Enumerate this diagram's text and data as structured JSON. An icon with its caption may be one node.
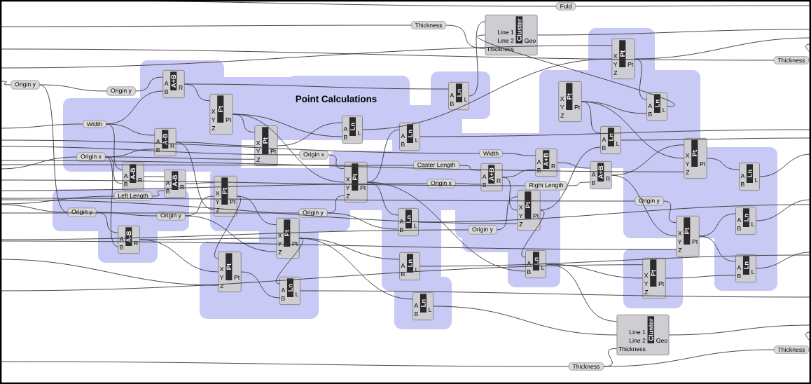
{
  "diagram": {
    "nodes": [
      {
        "text": [
          "Fold"
        ]
      },
      {
        "text": [
          "Thickness"
        ]
      },
      {
        "text": [
          "Line 1",
          "Line 2",
          "Thickness",
          "Cluster",
          "Geo"
        ]
      },
      {
        "text": [
          "X",
          "Y",
          "Z",
          "Pt",
          "Pt"
        ]
      },
      {
        "text": [
          "Thickness"
        ]
      },
      {
        "text": [
          "Origin y"
        ]
      },
      {
        "text": [
          "A",
          "B",
          "A+B",
          "R"
        ]
      },
      {
        "text": [
          "Origin y"
        ]
      },
      {
        "text": [
          "A",
          "B",
          "Ln",
          "L"
        ]
      },
      {
        "text": [
          "X",
          "Y",
          "Z",
          "Pt",
          "Pt"
        ]
      },
      {
        "text": [
          "A",
          "B",
          "Ln",
          "L"
        ]
      },
      {
        "text": [
          "X",
          "Y",
          "Z",
          "Pt",
          "Pt"
        ]
      },
      {
        "text": [
          "Width"
        ]
      },
      {
        "text": [
          "A",
          "B",
          "Ln",
          "L"
        ]
      },
      {
        "text": [
          "A",
          "B",
          "Ln",
          "L"
        ]
      },
      {
        "text": [
          "A",
          "B",
          "Ln",
          "L"
        ]
      },
      {
        "text": [
          "A",
          "B",
          "A-B",
          "R"
        ]
      },
      {
        "text": [
          "X",
          "Y",
          "Z",
          "Pt",
          "Pt"
        ]
      },
      {
        "text": [
          "Width"
        ]
      },
      {
        "text": [
          "Origin x"
        ]
      },
      {
        "text": [
          "Origin x"
        ]
      },
      {
        "text": [
          "X",
          "Y",
          "Z",
          "Pt",
          "Pt"
        ]
      },
      {
        "text": [
          "A",
          "B",
          "A+B",
          "R"
        ]
      },
      {
        "text": [
          "Caster Length"
        ]
      },
      {
        "text": [
          "A",
          "B",
          "A+B",
          "R"
        ]
      },
      {
        "text": [
          "A",
          "B",
          "A-B",
          "R"
        ]
      },
      {
        "text": [
          "A",
          "B",
          "Ln",
          "L"
        ]
      },
      {
        "text": [
          "A",
          "B",
          "A+B",
          "R"
        ]
      },
      {
        "text": [
          "X",
          "Y",
          "Z",
          "Pt",
          "Pt"
        ]
      },
      {
        "text": [
          "A",
          "B",
          "A-B",
          "R"
        ]
      },
      {
        "text": [
          "Origin x"
        ]
      },
      {
        "text": [
          "Right Length"
        ]
      },
      {
        "text": [
          "Left Length"
        ]
      },
      {
        "text": [
          "X",
          "Y",
          "Z",
          "Pt",
          "Pt"
        ]
      },
      {
        "text": [
          "Origin y"
        ]
      },
      {
        "text": [
          "X",
          "Y",
          "Z",
          "Pt",
          "Pt"
        ]
      },
      {
        "text": [
          "Origin y"
        ]
      },
      {
        "text": [
          "Origin y"
        ]
      },
      {
        "text": [
          "Origin y"
        ]
      },
      {
        "text": [
          "A",
          "B",
          "Ln",
          "L"
        ]
      },
      {
        "text": [
          "A",
          "B",
          "Ln",
          "L"
        ]
      },
      {
        "text": [
          "Origin y"
        ]
      },
      {
        "text": [
          "X",
          "Y",
          "Z",
          "Pt",
          "Pt"
        ]
      },
      {
        "text": [
          "X",
          "Y",
          "Z",
          "Pt",
          "Pt"
        ]
      },
      {
        "text": [
          "A",
          "B",
          "A-B",
          "R"
        ]
      },
      {
        "text": [
          "A",
          "B",
          "Ln",
          "L"
        ]
      },
      {
        "text": [
          "A",
          "B",
          "Ln",
          "L"
        ]
      },
      {
        "text": [
          "A",
          "B",
          "Ln",
          "L"
        ]
      },
      {
        "text": [
          "X",
          "Y",
          "Z",
          "Pt",
          "Pt"
        ]
      },
      {
        "text": [
          "X",
          "Y",
          "Z",
          "Pt",
          "Pt"
        ]
      },
      {
        "text": [
          "A",
          "B",
          "Ln",
          "L"
        ]
      },
      {
        "text": [
          "A",
          "B",
          "Ln",
          "L"
        ]
      },
      {
        "text": [
          "Line 1",
          "Line 2",
          "Thickness",
          "Cluster",
          "Geo"
        ]
      },
      {
        "text": [
          "Thickness"
        ]
      },
      {
        "text": [
          "Thickness"
        ]
      }
    ],
    "edges": [
      {
        "from": 8,
        "to": 2,
        "arrow": "none"
      },
      {
        "from": 10,
        "to": 2,
        "arrow": "none"
      },
      {
        "from": 1,
        "to": 2,
        "arrow": "none"
      },
      {
        "from": 2,
        "to": null,
        "arrow": "none"
      },
      {
        "from": null,
        "to": 0,
        "arrow": "none"
      },
      {
        "from": 0,
        "to": null,
        "arrow": "none"
      },
      {
        "from": null,
        "to": 1,
        "arrow": "none"
      },
      {
        "from": 3,
        "to": 10,
        "arrow": "none"
      },
      {
        "from": 9,
        "to": 10,
        "arrow": "none"
      },
      {
        "from": null,
        "to": 3,
        "arrow": "none"
      },
      {
        "from": 13,
        "to": 3,
        "arrow": "none"
      },
      {
        "from": 3,
        "to": null,
        "arrow": "none"
      },
      {
        "from": null,
        "to": 4,
        "arrow": "none"
      },
      {
        "from": 4,
        "to": null,
        "arrow": "none"
      },
      {
        "from": null,
        "to": 5,
        "arrow": "none"
      },
      {
        "from": 5,
        "to": 7,
        "arrow": "none"
      },
      {
        "from": 5,
        "to": 36,
        "arrow": "none"
      },
      {
        "from": 7,
        "to": 6,
        "arrow": "none"
      },
      {
        "from": 12,
        "to": 6,
        "arrow": "none"
      },
      {
        "from": 6,
        "to": 11,
        "arrow": "none"
      },
      {
        "from": 6,
        "to": 8,
        "arrow": "none"
      },
      {
        "from": 11,
        "to": 17,
        "arrow": "none"
      },
      {
        "from": 16,
        "to": 17,
        "arrow": "none"
      },
      {
        "from": 20,
        "to": 17,
        "arrow": "none"
      },
      {
        "from": null,
        "to": 12,
        "arrow": "none"
      },
      {
        "from": 12,
        "to": 16,
        "arrow": "none"
      },
      {
        "from": 20,
        "to": 16,
        "arrow": "none"
      },
      {
        "from": null,
        "to": 20,
        "arrow": "none"
      },
      {
        "from": 12,
        "to": 25,
        "arrow": "none"
      },
      {
        "from": 20,
        "to": 25,
        "arrow": "none"
      },
      {
        "from": 25,
        "to": 29,
        "arrow": "none"
      },
      {
        "from": 32,
        "to": 29,
        "arrow": "none"
      },
      {
        "from": 29,
        "to": 33,
        "arrow": "none"
      },
      {
        "from": 38,
        "to": 33,
        "arrow": "none"
      },
      {
        "from": 16,
        "to": 33,
        "arrow": "none"
      },
      {
        "from": 17,
        "to": 13,
        "arrow": "none"
      },
      {
        "from": 11,
        "to": 13,
        "arrow": "none"
      },
      {
        "from": 28,
        "to": 14,
        "arrow": "none"
      },
      {
        "from": 14,
        "to": null,
        "arrow": "none"
      },
      {
        "from": null,
        "to": 19,
        "arrow": "none"
      },
      {
        "from": 19,
        "to": 28,
        "arrow": "none"
      },
      {
        "from": 11,
        "to": 28,
        "arrow": "none"
      },
      {
        "from": 37,
        "to": 28,
        "arrow": "none"
      },
      {
        "from": null,
        "to": 23,
        "arrow": "none"
      },
      {
        "from": null,
        "to": 30,
        "arrow": "none"
      },
      {
        "from": 23,
        "to": 27,
        "arrow": "none"
      },
      {
        "from": 30,
        "to": 27,
        "arrow": "none"
      },
      {
        "from": null,
        "to": 18,
        "arrow": "none"
      },
      {
        "from": 18,
        "to": 22,
        "arrow": "none"
      },
      {
        "from": 27,
        "to": 22,
        "arrow": "none"
      },
      {
        "from": 22,
        "to": 24,
        "arrow": "none"
      },
      {
        "from": null,
        "to": 31,
        "arrow": "none"
      },
      {
        "from": 31,
        "to": 24,
        "arrow": "none"
      },
      {
        "from": 24,
        "to": 21,
        "arrow": "none"
      },
      {
        "from": 9,
        "to": 21,
        "arrow": "none"
      },
      {
        "from": null,
        "to": 21,
        "arrow": "none"
      },
      {
        "from": 9,
        "to": 15,
        "arrow": "none"
      },
      {
        "from": 35,
        "to": 15,
        "arrow": "none"
      },
      {
        "from": 15,
        "to": null,
        "arrow": "none"
      },
      {
        "from": 21,
        "to": 26,
        "arrow": "none"
      },
      {
        "from": 26,
        "to": null,
        "arrow": "none"
      },
      {
        "from": null,
        "to": 41,
        "arrow": "none"
      },
      {
        "from": 41,
        "to": 35,
        "arrow": "none"
      },
      {
        "from": 27,
        "to": 35,
        "arrow": "none"
      },
      {
        "from": null,
        "to": 35,
        "arrow": "none"
      },
      {
        "from": 35,
        "to": 46,
        "arrow": "none"
      },
      {
        "from": 28,
        "to": 46,
        "arrow": "none"
      },
      {
        "from": 28,
        "to": 39,
        "arrow": "none"
      },
      {
        "from": 37,
        "to": 39,
        "arrow": "none"
      },
      {
        "from": 39,
        "to": null,
        "arrow": "none"
      },
      {
        "from": null,
        "to": 34,
        "arrow": "none"
      },
      {
        "from": 34,
        "to": 42,
        "arrow": "none"
      },
      {
        "from": 24,
        "to": 42,
        "arrow": "none"
      },
      {
        "from": null,
        "to": 42,
        "arrow": "none"
      },
      {
        "from": 42,
        "to": 40,
        "arrow": "none"
      },
      {
        "from": 42,
        "to": 47,
        "arrow": "none"
      },
      {
        "from": 49,
        "to": 47,
        "arrow": "none"
      },
      {
        "from": 40,
        "to": null,
        "arrow": "none"
      },
      {
        "from": 47,
        "to": null,
        "arrow": "none"
      },
      {
        "from": null,
        "to": 49,
        "arrow": "none"
      },
      {
        "from": 46,
        "to": 49,
        "arrow": "none"
      },
      {
        "from": null,
        "to": 36,
        "arrow": "none"
      },
      {
        "from": 36,
        "to": 38,
        "arrow": "none"
      },
      {
        "from": null,
        "to": 37,
        "arrow": "none"
      },
      {
        "from": null,
        "to": 32,
        "arrow": "none"
      },
      {
        "from": 36,
        "to": 44,
        "arrow": "none"
      },
      {
        "from": 20,
        "to": 44,
        "arrow": "none"
      },
      {
        "from": 33,
        "to": 48,
        "arrow": "none"
      },
      {
        "from": 44,
        "to": 48,
        "arrow": "none"
      },
      {
        "from": null,
        "to": 48,
        "arrow": "none"
      },
      {
        "from": 33,
        "to": 43,
        "arrow": "none"
      },
      {
        "from": 44,
        "to": 43,
        "arrow": "none"
      },
      {
        "from": 38,
        "to": 43,
        "arrow": "none"
      },
      {
        "from": 43,
        "to": 45,
        "arrow": "none"
      },
      {
        "from": 43,
        "to": 51,
        "arrow": "none"
      },
      {
        "from": 43,
        "to": 50,
        "arrow": "none"
      },
      {
        "from": 48,
        "to": 50,
        "arrow": "none"
      },
      {
        "from": 45,
        "to": null,
        "arrow": "none"
      },
      {
        "from": 50,
        "to": null,
        "arrow": "none"
      },
      {
        "from": 46,
        "to": 52,
        "arrow": "none"
      },
      {
        "from": 51,
        "to": 52,
        "arrow": "none"
      },
      {
        "from": 54,
        "to": 52,
        "arrow": "none"
      },
      {
        "from": 52,
        "to": null,
        "arrow": "none"
      },
      {
        "from": null,
        "to": 54,
        "arrow": "none"
      },
      {
        "from": 54,
        "to": 53,
        "arrow": "none"
      },
      {
        "from": 53,
        "to": null,
        "arrow": "none"
      }
    ],
    "labels": [
      "Point Calculations"
    ]
  }
}
